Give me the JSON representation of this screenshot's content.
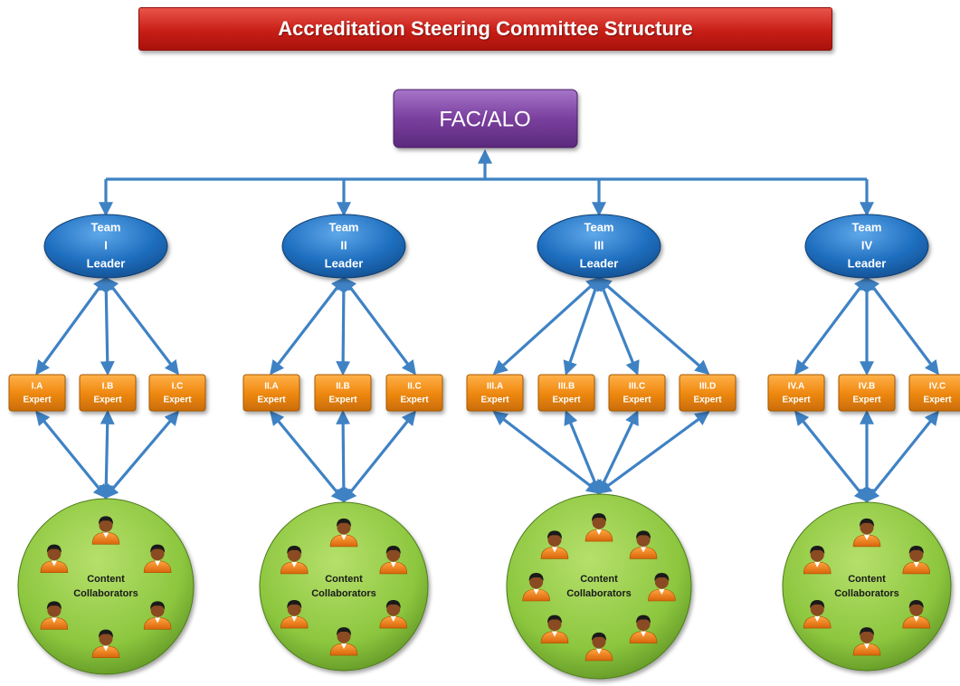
{
  "title": "Accreditation Steering Committee Structure",
  "top_node": {
    "label": "FAC/ALO"
  },
  "teams": [
    {
      "id": "I",
      "label_lines": [
        "Team",
        "I",
        "Leader"
      ],
      "experts": [
        {
          "code": "I.A",
          "role": "Expert"
        },
        {
          "code": "I.B",
          "role": "Expert"
        },
        {
          "code": "I.C",
          "role": "Expert"
        }
      ],
      "collaborators": {
        "label_lines": [
          "Content",
          "Collaborators"
        ],
        "people_count": 6
      }
    },
    {
      "id": "II",
      "label_lines": [
        "Team",
        "II",
        "Leader"
      ],
      "experts": [
        {
          "code": "II.A",
          "role": "Expert"
        },
        {
          "code": "II.B",
          "role": "Expert"
        },
        {
          "code": "II.C",
          "role": "Expert"
        }
      ],
      "collaborators": {
        "label_lines": [
          "Content",
          "Collaborators"
        ],
        "people_count": 6
      }
    },
    {
      "id": "III",
      "label_lines": [
        "Team",
        "III",
        "Leader"
      ],
      "experts": [
        {
          "code": "III.A",
          "role": "Expert"
        },
        {
          "code": "III.B",
          "role": "Expert"
        },
        {
          "code": "III.C",
          "role": "Expert"
        },
        {
          "code": "III.D",
          "role": "Expert"
        }
      ],
      "collaborators": {
        "label_lines": [
          "Content",
          "Collaborators"
        ],
        "people_count": 8
      }
    },
    {
      "id": "IV",
      "label_lines": [
        "Team",
        "IV",
        "Leader"
      ],
      "experts": [
        {
          "code": "IV.A",
          "role": "Expert"
        },
        {
          "code": "IV.B",
          "role": "Expert"
        },
        {
          "code": "IV.C",
          "role": "Expert"
        }
      ],
      "collaborators": {
        "label_lines": [
          "Content",
          "Collaborators"
        ],
        "people_count": 6
      }
    }
  ],
  "colors": {
    "title_red": "#c81e16",
    "top_purple": "#7a3f9e",
    "team_blue": "#1f6fc0",
    "expert_orange": "#f08a12",
    "collab_green": "#8cc63e",
    "arrow_blue": "#3f82c4"
  }
}
